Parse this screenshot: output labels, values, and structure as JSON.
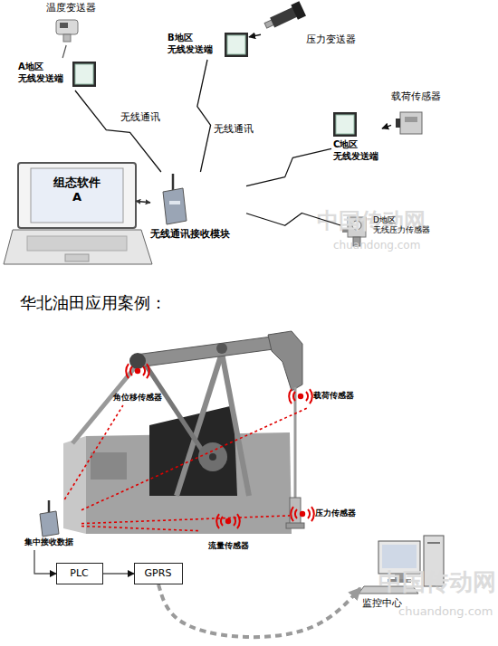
{
  "diagram": {
    "nodes": [
      {
        "text": [
          "组态软件 A"
        ]
      },
      {
        "text": [
          "无线通讯接收模块"
        ]
      },
      {
        "text": [
          "A地区 无线发送端"
        ]
      },
      {
        "text": [
          "B地区 无线发送端"
        ]
      },
      {
        "text": [
          "C地区 无线发送端"
        ]
      },
      {
        "text": [
          "D地区 无线压力传感器"
        ]
      },
      {
        "text": [
          "温度变送器"
        ]
      },
      {
        "text": [
          "压力变送器"
        ]
      },
      {
        "text": [
          "载荷传感器"
        ]
      },
      {
        "text": [
          "角位移传感器"
        ]
      },
      {
        "text": [
          "载荷传感器"
        ]
      },
      {
        "text": [
          "压力传感器"
        ]
      },
      {
        "text": [
          "流量传感器"
        ]
      },
      {
        "text": [
          "集中接收数据"
        ]
      },
      {
        "text": [
          "PLC"
        ]
      },
      {
        "text": [
          "GPRS"
        ]
      },
      {
        "text": [
          "监控中心"
        ]
      }
    ],
    "edges": [
      {
        "from": 0,
        "to": 1,
        "arrow": "both"
      },
      {
        "from": 2,
        "to": 1,
        "arrow": "none",
        "label": "无线通讯"
      },
      {
        "from": 3,
        "to": 1,
        "arrow": "none",
        "label": "无线通讯"
      },
      {
        "from": 4,
        "to": 1,
        "arrow": "none"
      },
      {
        "from": 5,
        "to": 1,
        "arrow": "none"
      },
      {
        "from": 6,
        "to": 2,
        "arrow": "none"
      },
      {
        "from": 7,
        "to": 3,
        "arrow": "to"
      },
      {
        "from": 8,
        "to": 4,
        "arrow": "to"
      },
      {
        "from": 13,
        "to": 9,
        "arrow": "none"
      },
      {
        "from": 13,
        "to": 10,
        "arrow": "none"
      },
      {
        "from": 13,
        "to": 11,
        "arrow": "none"
      },
      {
        "from": 13,
        "to": 12,
        "arrow": "none"
      },
      {
        "from": 13,
        "to": 14,
        "arrow": "to"
      },
      {
        "from": 14,
        "to": 15,
        "arrow": "to"
      },
      {
        "from": 15,
        "to": 16,
        "arrow": "to"
      }
    ],
    "labels": [
      "华北油田应用案例：",
      "中国传动网",
      "chuandong.com",
      "中国传动网",
      "chuandong.com"
    ]
  }
}
